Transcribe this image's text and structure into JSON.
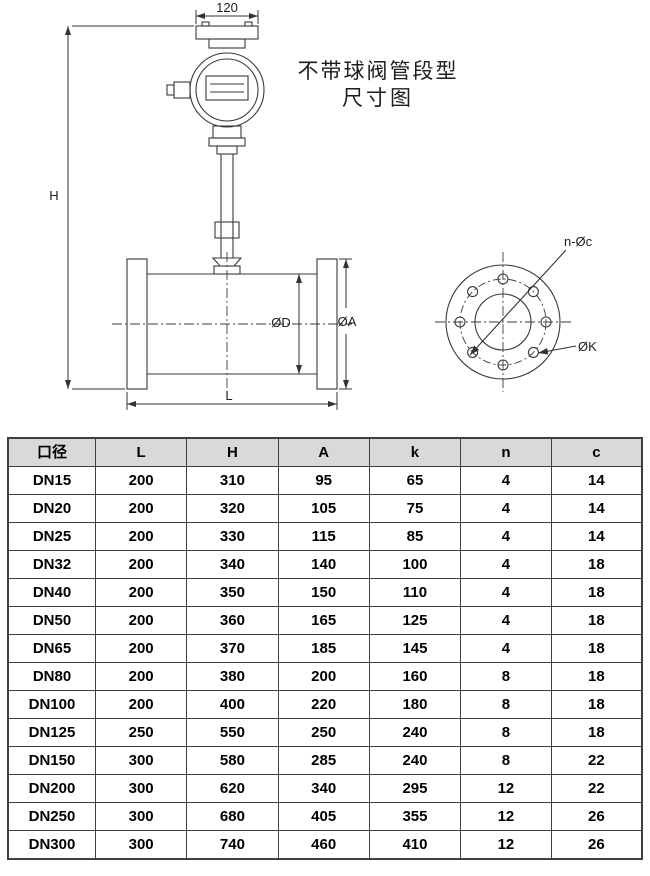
{
  "title": {
    "line1": "不带球阀管段型",
    "line2": "尺寸图"
  },
  "drawing": {
    "dim_120": "120",
    "dim_H": "H",
    "dim_D": "ØD",
    "dim_A": "ØA",
    "dim_L": "L",
    "dim_nc": "n-Øc",
    "dim_K": "ØK"
  },
  "colors": {
    "line": "#3a3a3a",
    "table_border": "#3f3f3f",
    "header_bg": "#d9d9d9"
  },
  "table": {
    "headers": [
      "口径",
      "L",
      "H",
      "A",
      "k",
      "n",
      "c"
    ],
    "rows": [
      [
        "DN15",
        "200",
        "310",
        "95",
        "65",
        "4",
        "14"
      ],
      [
        "DN20",
        "200",
        "320",
        "105",
        "75",
        "4",
        "14"
      ],
      [
        "DN25",
        "200",
        "330",
        "115",
        "85",
        "4",
        "14"
      ],
      [
        "DN32",
        "200",
        "340",
        "140",
        "100",
        "4",
        "18"
      ],
      [
        "DN40",
        "200",
        "350",
        "150",
        "110",
        "4",
        "18"
      ],
      [
        "DN50",
        "200",
        "360",
        "165",
        "125",
        "4",
        "18"
      ],
      [
        "DN65",
        "200",
        "370",
        "185",
        "145",
        "4",
        "18"
      ],
      [
        "DN80",
        "200",
        "380",
        "200",
        "160",
        "8",
        "18"
      ],
      [
        "DN100",
        "200",
        "400",
        "220",
        "180",
        "8",
        "18"
      ],
      [
        "DN125",
        "250",
        "550",
        "250",
        "240",
        "8",
        "18"
      ],
      [
        "DN150",
        "300",
        "580",
        "285",
        "240",
        "8",
        "22"
      ],
      [
        "DN200",
        "300",
        "620",
        "340",
        "295",
        "12",
        "22"
      ],
      [
        "DN250",
        "300",
        "680",
        "405",
        "355",
        "12",
        "26"
      ],
      [
        "DN300",
        "300",
        "740",
        "460",
        "410",
        "12",
        "26"
      ]
    ]
  }
}
